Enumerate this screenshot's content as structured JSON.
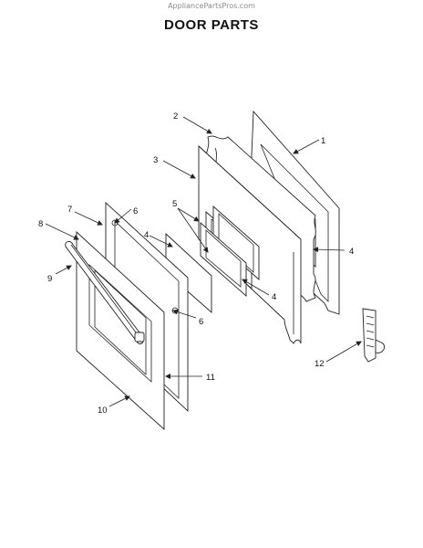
{
  "watermark": "AppliancePartsPros.com",
  "title": "DOOR PARTS",
  "callouts": {
    "c1": "1",
    "c2": "2",
    "c3": "3",
    "c4a": "4",
    "c4b": "4",
    "c4c": "4",
    "c5": "5",
    "c6a": "6",
    "c6b": "6",
    "c7": "7",
    "c8": "8",
    "c9": "9",
    "c10": "10",
    "c11": "11",
    "c12": "12"
  }
}
